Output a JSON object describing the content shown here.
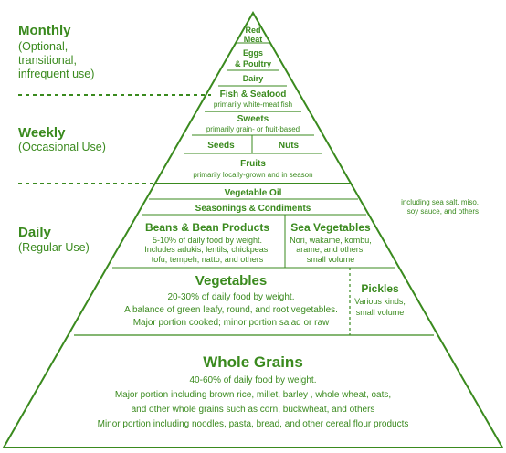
{
  "colors": {
    "green": "#3a8a1e",
    "background": "#ffffff"
  },
  "side": {
    "monthly": {
      "title": "Monthly",
      "lines": [
        "(Optional,",
        "transitional,",
        "infrequent use)"
      ]
    },
    "weekly": {
      "title": "Weekly",
      "lines": [
        "(Occasional Use)"
      ]
    },
    "daily": {
      "title": "Daily",
      "lines": [
        "(Regular Use)"
      ]
    }
  },
  "tiers": {
    "red_meat": [
      "Red",
      "Meat"
    ],
    "eggs": [
      "Eggs",
      "& Poultry"
    ],
    "dairy": "Dairy",
    "fish": {
      "title": "Fish & Seafood",
      "sub": "primarily white-meat fish"
    },
    "sweets": {
      "title": "Sweets",
      "sub": "primarily grain- or fruit-based"
    },
    "seeds": "Seeds",
    "nuts": "Nuts",
    "fruits": {
      "title": "Fruits",
      "sub": "primarily locally-grown and in season"
    },
    "oil": "Vegetable Oil",
    "seasonings": "Seasonings & Condiments",
    "seasonings_note": [
      "including sea salt, miso,",
      "soy sauce, and others"
    ],
    "beans": {
      "title": "Beans & Bean Products",
      "lines": [
        "5-10% of daily food by weight.",
        "Includes adukis, lentils, chickpeas,",
        "tofu, tempeh, natto, and others"
      ]
    },
    "sea_veg": {
      "title": "Sea Vegetables",
      "lines": [
        "Nori, wakame, kombu,",
        "arame, and others,",
        "small volume"
      ]
    },
    "vegetables": {
      "title": "Vegetables",
      "lines": [
        "20-30% of daily food by weight.",
        "A balance of green leafy, round, and root vegetables.",
        "Major portion cooked; minor portion salad or raw"
      ]
    },
    "pickles": {
      "title": "Pickles",
      "lines": [
        "Various kinds,",
        "small volume"
      ]
    },
    "grains": {
      "title": "Whole Grains",
      "lines": [
        "40-60% of daily food by weight.",
        "Major portion including brown rice, millet, barley , whole wheat, oats,",
        "and other whole grains such as corn, buckwheat, and others",
        "Minor portion including noodles, pasta, bread, and other cereal flour products"
      ]
    }
  }
}
